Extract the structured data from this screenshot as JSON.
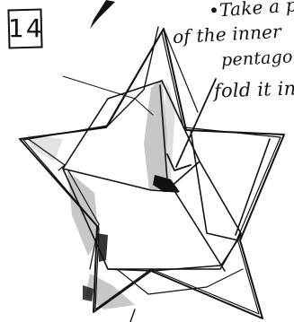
{
  "step": {
    "number": "14"
  },
  "instruction": {
    "line1": "•Take a poi",
    "line2": "of the inner",
    "line3": "pentagon",
    "line4": "fold it in"
  },
  "colors": {
    "ink": "#111111",
    "wash": "#8a8a8a",
    "paper": "#ffffff"
  }
}
